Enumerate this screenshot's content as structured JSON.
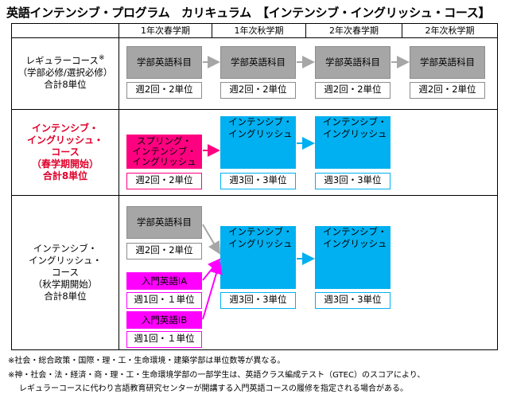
{
  "title": "英語インテンシブ・プログラム　カリキュラム　【インテンシブ・イングリッシュ・コース】",
  "headers": [
    "1年次春学期",
    "1年次秋学期",
    "2年次春学期",
    "2年次秋学期"
  ],
  "rows": {
    "regular": {
      "label_line1": "レギュラーコース",
      "label_mark": "※",
      "label_line2": "（学部必修/選択必修）",
      "label_line3": "合計8単位",
      "boxes": [
        {
          "name": "学部英語科目",
          "unit": "週2回・2単位"
        },
        {
          "name": "学部英語科目",
          "unit": "週2回・2単位"
        },
        {
          "name": "学部英語科目",
          "unit": "週2回・2単位"
        },
        {
          "name": "学部英語科目",
          "unit": "週2回・2単位"
        }
      ]
    },
    "spring": {
      "label_lines": [
        "インテンシブ・",
        "イングリッシュ・",
        "コース",
        "（春学期開始）",
        "合計8単位"
      ],
      "spring_box": {
        "line1": "スプリング・",
        "line2": "インテンシブ・",
        "line3": "イングリッシュ",
        "unit": "週2回・2単位"
      },
      "intensive1": {
        "line1": "インテンシブ・",
        "line2": "イングリッシュ",
        "unit": "週3回・3単位"
      },
      "intensive2": {
        "line1": "インテンシブ・",
        "line2": "イングリッシュ",
        "unit": "週3回・3単位"
      }
    },
    "autumn": {
      "label_lines": [
        "インテンシブ・",
        "イングリッシュ・",
        "コース",
        "（秋学期開始）",
        "合計8単位"
      ],
      "faculty_box": {
        "name": "学部英語科目",
        "unit": "週2回・2単位"
      },
      "intro_a": {
        "name": "入門英語ⅠA",
        "unit": "週1回・１単位"
      },
      "intro_b": {
        "name": "入門英語ⅠB",
        "unit": "週1回・１単位"
      },
      "intensive1": {
        "line1": "インテンシブ・",
        "line2": "イングリッシュ",
        "unit": "週3回・3単位"
      },
      "intensive2": {
        "line1": "インテンシブ・",
        "line2": "イングリッシュ",
        "unit": "週3回・3単位"
      }
    }
  },
  "notes": [
    "※社会・総合政策・国際・理・工・生命環境・建築学部は単位数等が異なる。",
    "※神・社会・法・経済・商・理・工・生命環境学部の一部学生は、英語クラス編成テスト（GTEC）のスコアにより、",
    "レギュラーコースに代わり言語教育研究センターが開講する入門英語コースの履修を指定される場合がある。"
  ],
  "colors": {
    "gray": "#a6a6a6",
    "cyan": "#00b0f0",
    "pink": "#ff0080",
    "magenta": "#ff00ff",
    "red": "#e0002a"
  }
}
